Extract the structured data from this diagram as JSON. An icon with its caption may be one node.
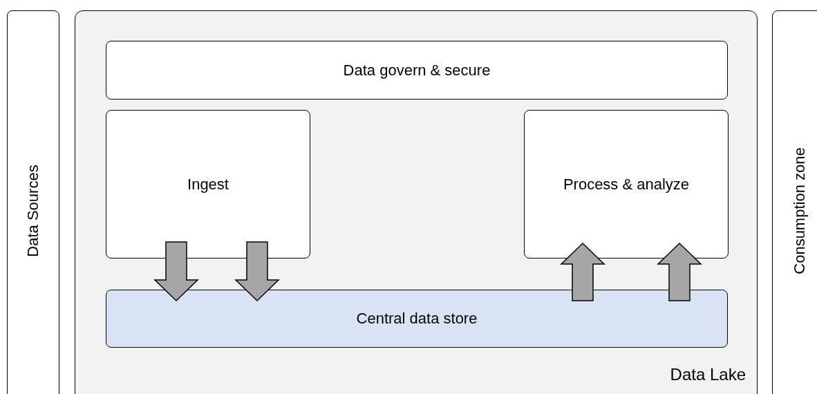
{
  "diagram": {
    "nodes": [
      {
        "text": [
          "Data Sources"
        ]
      },
      {
        "text": [
          "Data Lake"
        ]
      },
      {
        "text": [
          "Data govern & secure"
        ],
        "in": 1
      },
      {
        "text": [
          "Ingest"
        ],
        "in": 1
      },
      {
        "text": [
          "Process & analyze"
        ],
        "in": 1
      },
      {
        "text": [
          "Central data store"
        ],
        "in": 1
      },
      {
        "text": [
          "Consumption zone"
        ]
      }
    ],
    "edges": [
      {
        "from": 3,
        "to": 5,
        "arrow": "to"
      },
      {
        "from": 3,
        "to": 5,
        "arrow": "to"
      },
      {
        "from": 5,
        "to": 4,
        "arrow": "to"
      },
      {
        "from": 5,
        "to": 4,
        "arrow": "to"
      }
    ]
  }
}
